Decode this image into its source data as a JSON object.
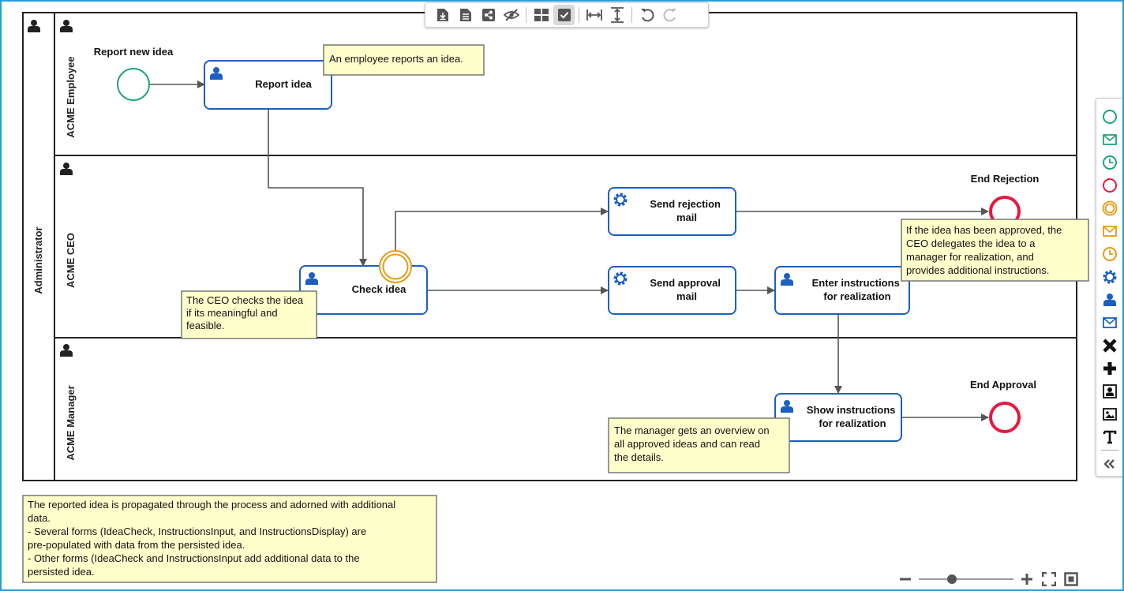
{
  "pool": {
    "name": "Administrator"
  },
  "lanes": [
    {
      "name": "ACME Employee"
    },
    {
      "name": "ACME CEO"
    },
    {
      "name": "ACME Manager"
    }
  ],
  "events": {
    "start": {
      "label": "Report new idea"
    },
    "end_rejection": {
      "label": "End Rejection"
    },
    "end_approval": {
      "label": "End Approval"
    }
  },
  "tasks": {
    "report_idea": {
      "lines": [
        "Report idea"
      ],
      "kind": "user-task"
    },
    "check_idea": {
      "lines": [
        "Check idea"
      ],
      "kind": "user-task"
    },
    "send_rejection": {
      "lines": [
        "Send rejection",
        "mail"
      ],
      "kind": "service-task"
    },
    "send_approval": {
      "lines": [
        "Send approval",
        "mail"
      ],
      "kind": "service-task"
    },
    "enter_instructions": {
      "lines": [
        "Enter instructions",
        "for realization"
      ],
      "kind": "user-task"
    },
    "show_instructions": {
      "lines": [
        "Show instructions",
        "for realization"
      ],
      "kind": "user-task"
    }
  },
  "notes": {
    "employee": [
      "An employee reports an idea."
    ],
    "ceo_check": [
      "The CEO checks the idea",
      "if its meaningful and",
      "feasible."
    ],
    "approval": [
      "If the idea has been approved, the",
      "CEO delegates the idea to a",
      "manager for realization, and",
      "provides additional instructions."
    ],
    "manager": [
      "The manager gets an overview on",
      "all approved ideas and can read",
      "the details."
    ],
    "global": [
      "The reported idea is propagated through the process and adorned with additional",
      "data.",
      "- Several forms (IdeaCheck, InstructionsInput, and InstructionsDisplay) are",
      "pre-populated with data from the persisted idea.",
      "- Other forms (IdeaCheck and InstructionsInput add additional data to the",
      "persisted idea."
    ]
  },
  "toolbar": {
    "buttons": [
      "download-icon",
      "document-icon",
      "share-icon",
      "hide-icon",
      "layout-grid-icon",
      "validate-icon",
      "fit-width-icon",
      "fit-height-icon",
      "undo-icon",
      "redo-icon"
    ],
    "active": "validate-icon"
  },
  "palette": {
    "items": [
      "start-event-icon",
      "message-start-event-icon",
      "timer-start-event-icon",
      "end-event-icon",
      "intermediate-event-icon",
      "message-intermediate-event-icon",
      "timer-intermediate-event-icon",
      "service-task-icon",
      "user-task-icon",
      "send-task-icon",
      "exclusive-gateway-icon",
      "parallel-gateway-icon",
      "lane-icon",
      "image-icon",
      "text-icon",
      "collapse-icon"
    ]
  },
  "zoom": {
    "level": 0.35
  },
  "colors": {
    "task_border": "#1d5fbf",
    "start_event": "#1fa37e",
    "end_event": "#e8173f",
    "intermediate_event": "#e89a14",
    "note_fill": "#ffffcc",
    "edge": "#555555",
    "frame": "#2a9fd8"
  }
}
